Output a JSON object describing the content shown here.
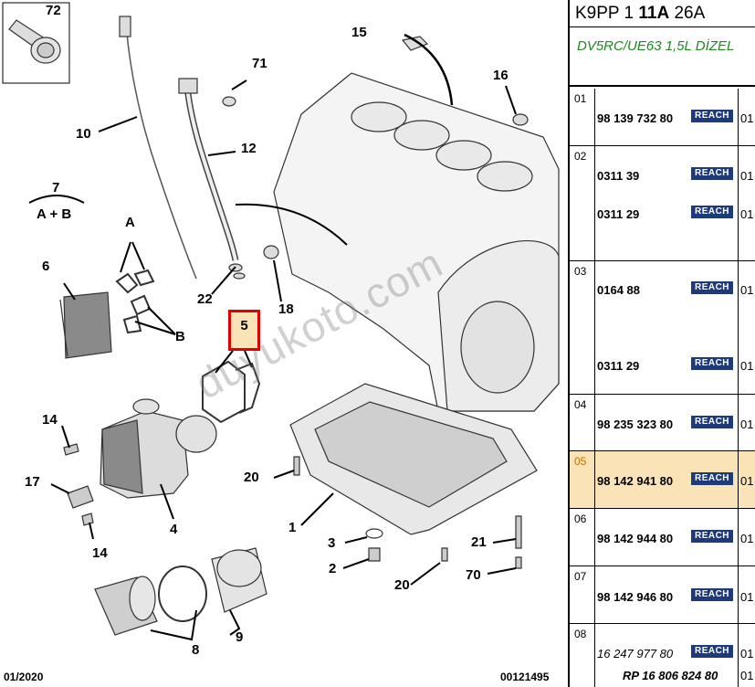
{
  "callouts": {
    "c72": "72",
    "c15": "15",
    "c71": "71",
    "c16": "16",
    "c10": "10",
    "c12": "12",
    "c7": "7",
    "cAB": "A + B",
    "cA": "A",
    "c6": "6",
    "cB": "B",
    "c22": "22",
    "c18": "18",
    "c5": "5",
    "c14a": "14",
    "c17": "17",
    "c14b": "14",
    "c4": "4",
    "c20a": "20",
    "c1": "1",
    "c3": "3",
    "c2": "2",
    "c21": "21",
    "c20b": "20",
    "c70": "70",
    "c8": "8",
    "c9": "9"
  },
  "footer": {
    "left": "01/2020",
    "right": "00121495"
  },
  "watermark": "duyukoto.com",
  "panel": {
    "header_prefix": "K9PP 1 ",
    "header_bold": "11A",
    "header_suffix": " 26A",
    "engine": "DV5RC/UE63 1,5L DİZEL",
    "reach_label": "REACH",
    "rows": [
      {
        "num": "01",
        "parts": [
          {
            "pn": "98 139 732 80",
            "qty": "01"
          }
        ]
      },
      {
        "num": "02",
        "parts": [
          {
            "pn": "0311 39",
            "qty": "01"
          },
          {
            "pn": "0311 29",
            "qty": "01"
          }
        ]
      },
      {
        "num": "03",
        "parts": [
          {
            "pn": "0164 88",
            "qty": "01"
          },
          {
            "pn": "0311 29",
            "qty": "01"
          }
        ]
      },
      {
        "num": "04",
        "parts": [
          {
            "pn": "98 235 323 80",
            "qty": "01"
          }
        ]
      },
      {
        "num": "05",
        "parts": [
          {
            "pn": "98 142 941 80",
            "qty": "01"
          }
        ]
      },
      {
        "num": "06",
        "parts": [
          {
            "pn": "98 142 944 80",
            "qty": "01"
          }
        ]
      },
      {
        "num": "07",
        "parts": [
          {
            "pn": "98 142 946 80",
            "qty": "01"
          }
        ]
      },
      {
        "num": "08",
        "parts": [
          {
            "pn": "16 247 977 80",
            "qty": "01"
          }
        ],
        "replacement": "RP 16 806 824 80",
        "replacement_qty": "01"
      }
    ]
  }
}
